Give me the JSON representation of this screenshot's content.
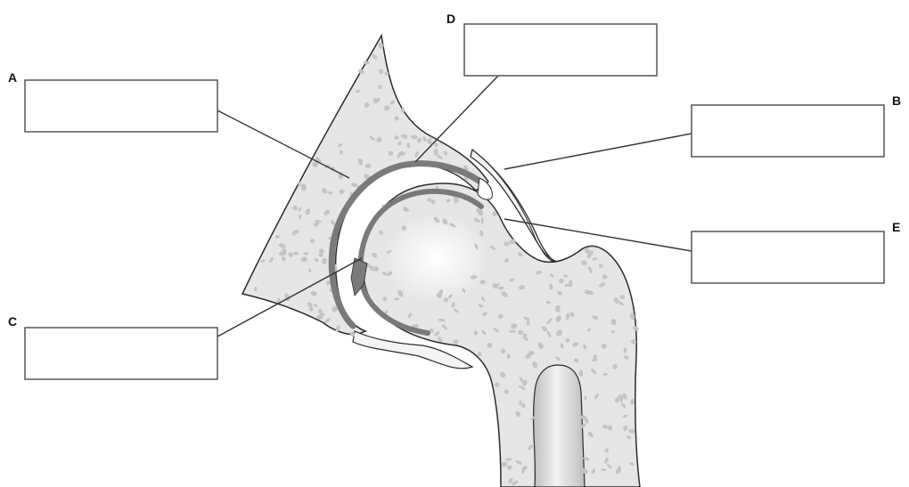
{
  "labels": [
    {
      "id": "A",
      "letter": "A",
      "answer": ""
    },
    {
      "id": "B",
      "letter": "B",
      "answer": ""
    },
    {
      "id": "C",
      "letter": "C",
      "answer": ""
    },
    {
      "id": "D",
      "letter": "D",
      "answer": ""
    },
    {
      "id": "E",
      "letter": "E",
      "answer": ""
    }
  ],
  "colors": {
    "bone_fill": "#e6e6e6",
    "bone_outline": "#2b2b2b",
    "cartilage": "#7a7a7a",
    "trabecula": "#c4c4c4",
    "marrow_canal": "#d4d4d4"
  }
}
